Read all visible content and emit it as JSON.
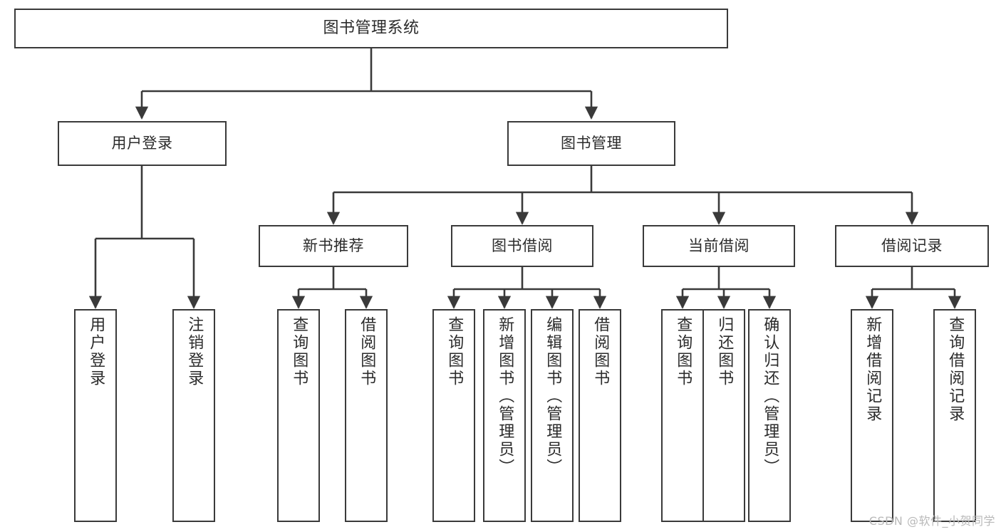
{
  "diagram": {
    "type": "tree",
    "title": "图书管理系统",
    "orientation": "top-down",
    "colors": {
      "stroke": "#3a3a3a",
      "fill": "#ffffff",
      "text": "#2b2b2b",
      "watermark": "#b9b9b9"
    },
    "levels": {
      "root": "图书管理系统",
      "level2": [
        "用户登录",
        "图书管理"
      ],
      "level3": [
        "新书推荐",
        "图书借阅",
        "当前借阅",
        "借阅记录"
      ]
    },
    "nodes": {
      "root": {
        "label": "图书管理系统"
      },
      "login": {
        "label": "用户登录"
      },
      "book_mgmt": {
        "label": "图书管理"
      },
      "new_book": {
        "label": "新书推荐"
      },
      "borrow": {
        "label": "图书借阅"
      },
      "current": {
        "label": "当前借阅"
      },
      "records": {
        "label": "借阅记录"
      }
    },
    "leaves": {
      "login_children": [
        {
          "label": "用户登录"
        },
        {
          "label": "注销登录"
        }
      ],
      "new_book_children": [
        {
          "label": "查询图书"
        },
        {
          "label": "借阅图书"
        }
      ],
      "borrow_children": [
        {
          "label": "查询图书"
        },
        {
          "label": "新增图书（管理员）"
        },
        {
          "label": "编辑图书（管理员）"
        },
        {
          "label": "借阅图书"
        }
      ],
      "current_children": [
        {
          "label": "查询图书"
        },
        {
          "label": "归还图书"
        },
        {
          "label": "确认归还（管理员）"
        }
      ],
      "records_children": [
        {
          "label": "新增借阅记录"
        },
        {
          "label": "查询借阅记录"
        }
      ]
    },
    "watermark": "CSDN @软件_小贺同学"
  }
}
